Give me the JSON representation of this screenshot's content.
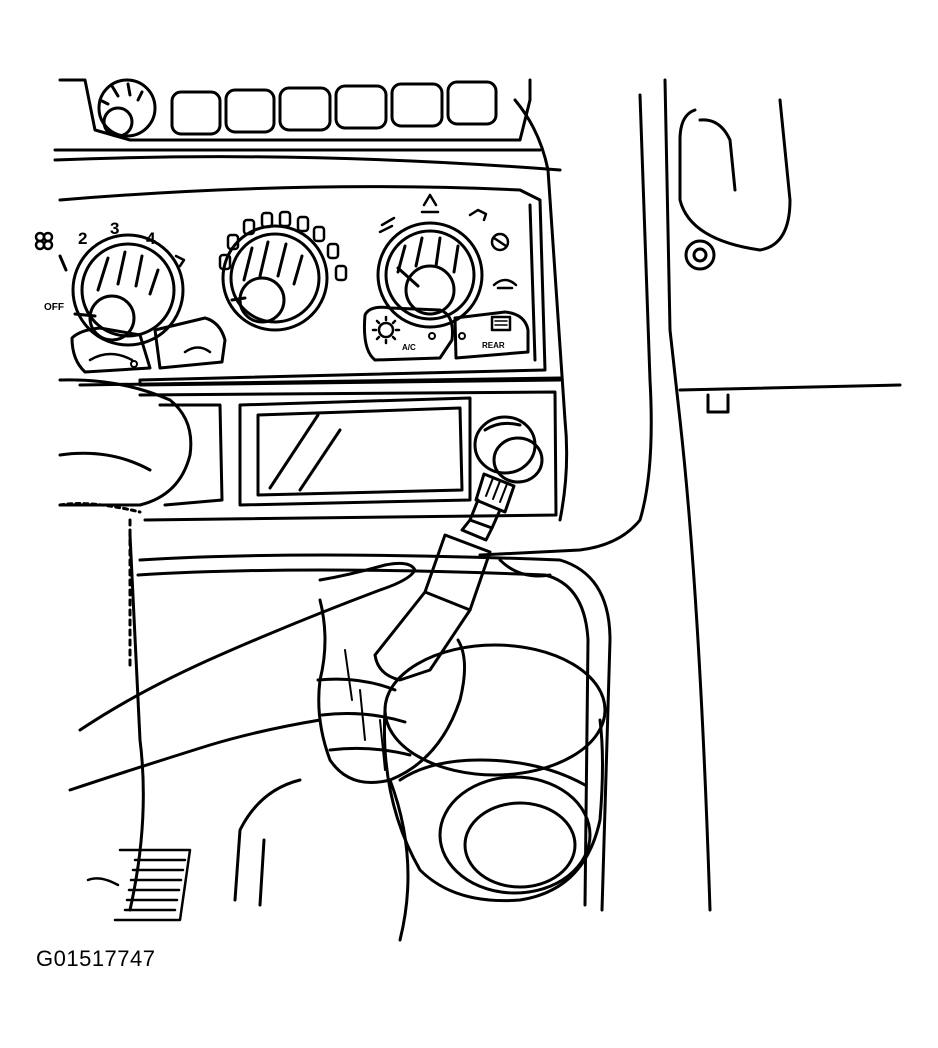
{
  "figure_id": "G01517747",
  "fan_knob": {
    "labels": {
      "off": "OFF",
      "speed_2": "2",
      "speed_3": "3",
      "speed_4": "4"
    }
  },
  "mode_knob": {
    "ac_label": "A/C",
    "rear_label": "REAR"
  },
  "colors": {
    "line": "#000000",
    "background": "#ffffff"
  }
}
